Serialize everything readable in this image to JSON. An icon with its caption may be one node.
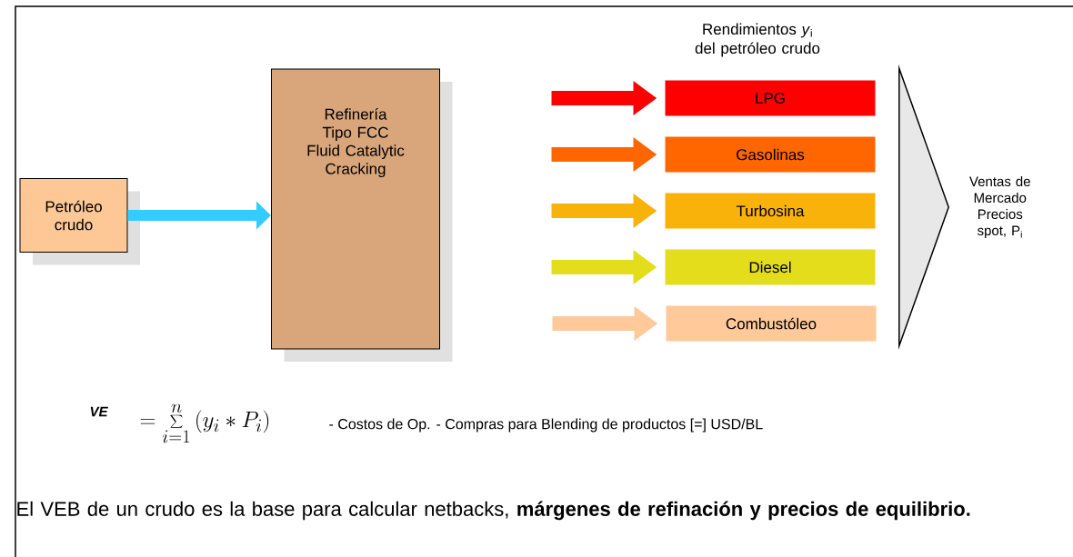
{
  "diagram": {
    "nodes": [
      {
        "text": [
          "Petróleo crudo"
        ]
      },
      {
        "text": [
          "Refinería Tipo FCC Fluid Catalytic Cracking"
        ]
      },
      {
        "text": [
          "LPG"
        ]
      },
      {
        "text": [
          "Gasolinas"
        ]
      },
      {
        "text": [
          "Turbosina"
        ]
      },
      {
        "text": [
          "Diesel"
        ]
      },
      {
        "text": [
          "Combustóleo"
        ]
      },
      {
        "text": [],
        "shape": "triangle",
        "beside": [
          "Ventas de Mercado Precios spot, P$_{i}$"
        ]
      }
    ],
    "edges": [
      {
        "from": 0,
        "to": 1,
        "arrow": "to",
        "color": "#33ccff"
      },
      {
        "from": null,
        "to": 2,
        "arrow": "to",
        "color": "#ff0000"
      },
      {
        "from": null,
        "to": 3,
        "arrow": "to",
        "color": "#ff6600"
      },
      {
        "from": null,
        "to": 4,
        "arrow": "to",
        "color": "#f9b20a"
      },
      {
        "from": null,
        "to": 5,
        "arrow": "to",
        "color": "#e3dd1c"
      },
      {
        "from": null,
        "to": 6,
        "arrow": "to",
        "color": "#ffc999"
      }
    ],
    "labels": [
      "Rendimientos *y*$_{i}$ del petróleo crudo",
      "VE",
      "=\\sum_{i=1}^{n}\\left(y_i * P_i\\right)",
      "- Costos de Op. - Compras para Blending de productos [=] USD/BL",
      "El VEB de un crudo es la base para calcular netbacks, **márgenes de refinación y precios de equilibrio.**"
    ]
  }
}
